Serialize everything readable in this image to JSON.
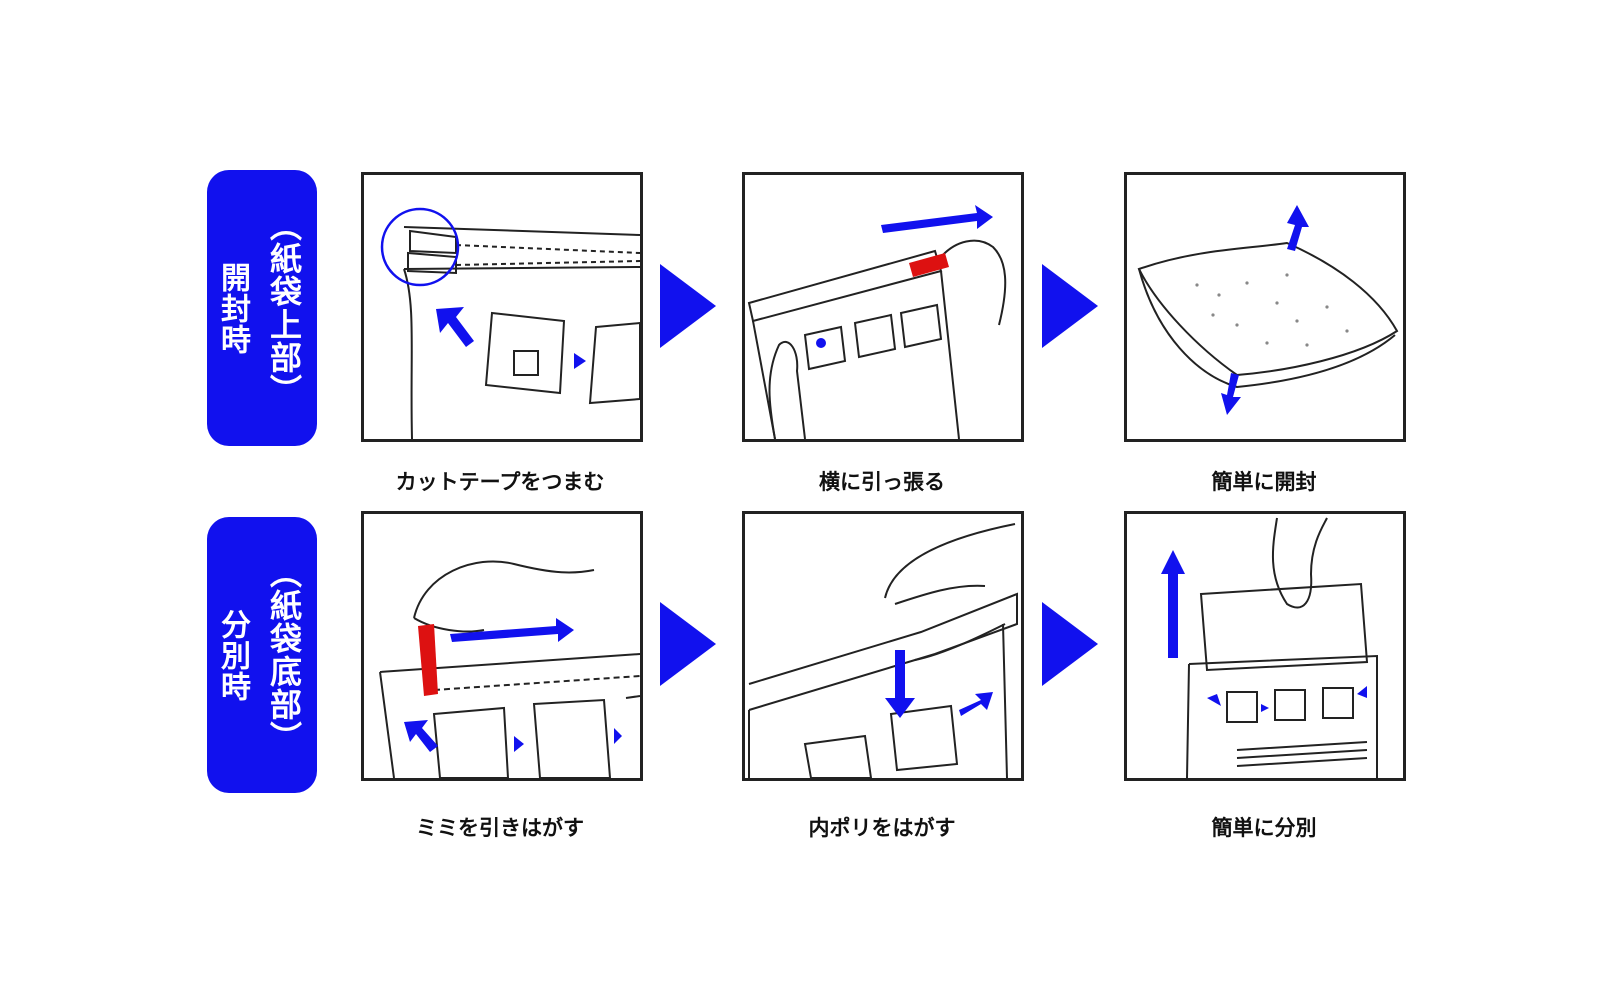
{
  "rows": [
    {
      "label_main": "開封時",
      "label_sub": "（紙袋上部）",
      "steps": [
        {
          "caption": "カットテープをつまむ"
        },
        {
          "caption": "横に引っ張る"
        },
        {
          "caption": "簡単に開封"
        }
      ]
    },
    {
      "label_main": "分別時",
      "label_sub": "（紙袋底部）",
      "steps": [
        {
          "caption": "ミミを引きはがす"
        },
        {
          "caption": "内ポリをはがす"
        },
        {
          "caption": "簡単に分別"
        }
      ]
    }
  ],
  "colors": {
    "accent_blue": "#1111ee",
    "tape_red": "#dd1111",
    "line": "#222222"
  }
}
